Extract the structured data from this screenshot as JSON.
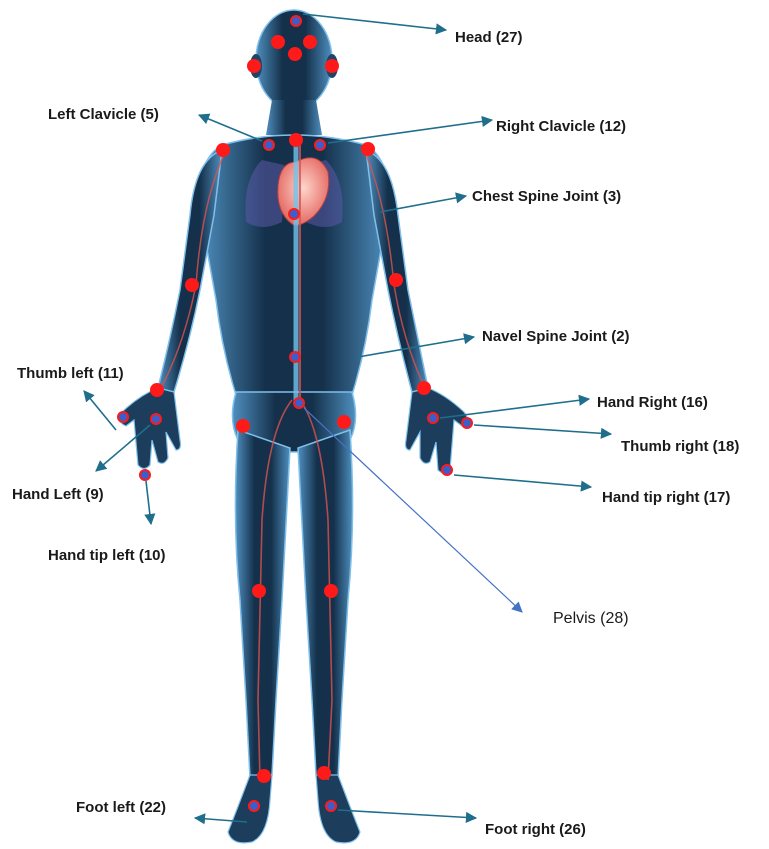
{
  "labels": {
    "head": "Head (27)",
    "left_clavicle": "Left Clavicle (5)",
    "right_clavicle": "Right Clavicle (12)",
    "chest_spine": "Chest Spine Joint (3)",
    "navel_spine": "Navel Spine Joint (2)",
    "thumb_left": "Thumb left (11)",
    "hand_right": "Hand Right (16)",
    "thumb_right": "Thumb right (18)",
    "hand_left": "Hand Left (9)",
    "hand_tip_right": "Hand tip right (17)",
    "hand_tip_left": "Hand tip left (10)",
    "pelvis": "Pelvis (28)",
    "foot_left": "Foot left (22)",
    "foot_right": "Foot right (26)"
  },
  "colors": {
    "joint_red": "#ff1a1a",
    "joint_blue": "#3a5fcd",
    "arrow_teal": "#1f6e8c",
    "arrow_blue": "#4472c4",
    "body_dark": "#0d2236",
    "body_glow": "#5fa8d8"
  }
}
